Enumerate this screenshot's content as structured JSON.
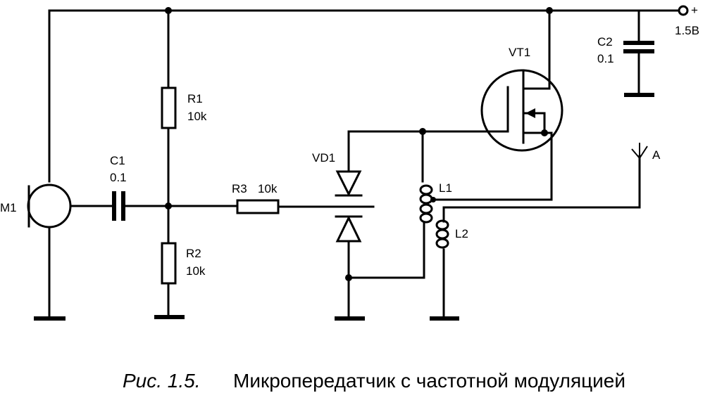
{
  "diagram": {
    "type": "circuit-schematic",
    "caption": {
      "prefix": "Рис. 1.5.",
      "text": "Микропередатчик с частотной модуляцией"
    },
    "components": {
      "M1": {
        "ref": "M1",
        "kind": "microphone"
      },
      "C1": {
        "ref": "C1",
        "value": "0.1",
        "kind": "capacitor"
      },
      "R1": {
        "ref": "R1",
        "value": "10k",
        "kind": "resistor"
      },
      "R2": {
        "ref": "R2",
        "value": "10k",
        "kind": "resistor"
      },
      "R3": {
        "ref": "R3",
        "value": "10k",
        "kind": "resistor"
      },
      "VD1": {
        "ref": "VD1",
        "kind": "varicap-diode-pair"
      },
      "L1": {
        "ref": "L1",
        "kind": "inductor"
      },
      "L2": {
        "ref": "L2",
        "kind": "inductor"
      },
      "VT1": {
        "ref": "VT1",
        "kind": "mosfet"
      },
      "C2": {
        "ref": "C2",
        "value": "0.1",
        "kind": "capacitor"
      },
      "A": {
        "ref": "A",
        "kind": "antenna"
      }
    },
    "supply": {
      "polarity": "+",
      "voltage": "1.5В"
    }
  }
}
